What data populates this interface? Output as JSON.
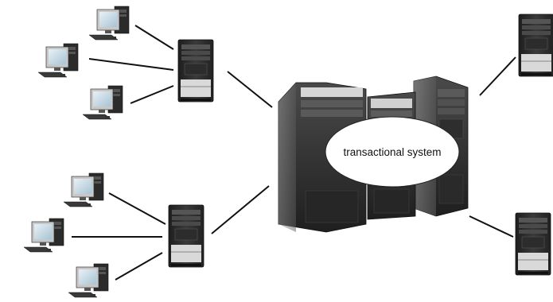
{
  "diagram": {
    "center_label": "transactional system",
    "colors": {
      "background": "#ffffff",
      "connector": "#111111",
      "tower_body": "#2a2a2a",
      "tower_front": "#3c3c3c",
      "tower_silver": "#d8d8d8",
      "monitor_screen": "#cfe0ea",
      "monitor_frame": "#3a3a3a",
      "ellipse_fill": "#ffffff"
    },
    "nodes": [
      {
        "name": "client-computer-1",
        "type": "workstation"
      },
      {
        "name": "client-computer-2",
        "type": "workstation"
      },
      {
        "name": "client-computer-3",
        "type": "workstation"
      },
      {
        "name": "client-computer-4",
        "type": "workstation"
      },
      {
        "name": "client-computer-5",
        "type": "workstation"
      },
      {
        "name": "client-computer-6",
        "type": "workstation"
      },
      {
        "name": "server-tower-upper",
        "type": "tower-server"
      },
      {
        "name": "server-tower-lower",
        "type": "tower-server"
      },
      {
        "name": "remote-server-top",
        "type": "tower-server"
      },
      {
        "name": "remote-server-bottom",
        "type": "tower-server"
      },
      {
        "name": "central-server-cluster",
        "type": "server-cluster"
      }
    ]
  }
}
